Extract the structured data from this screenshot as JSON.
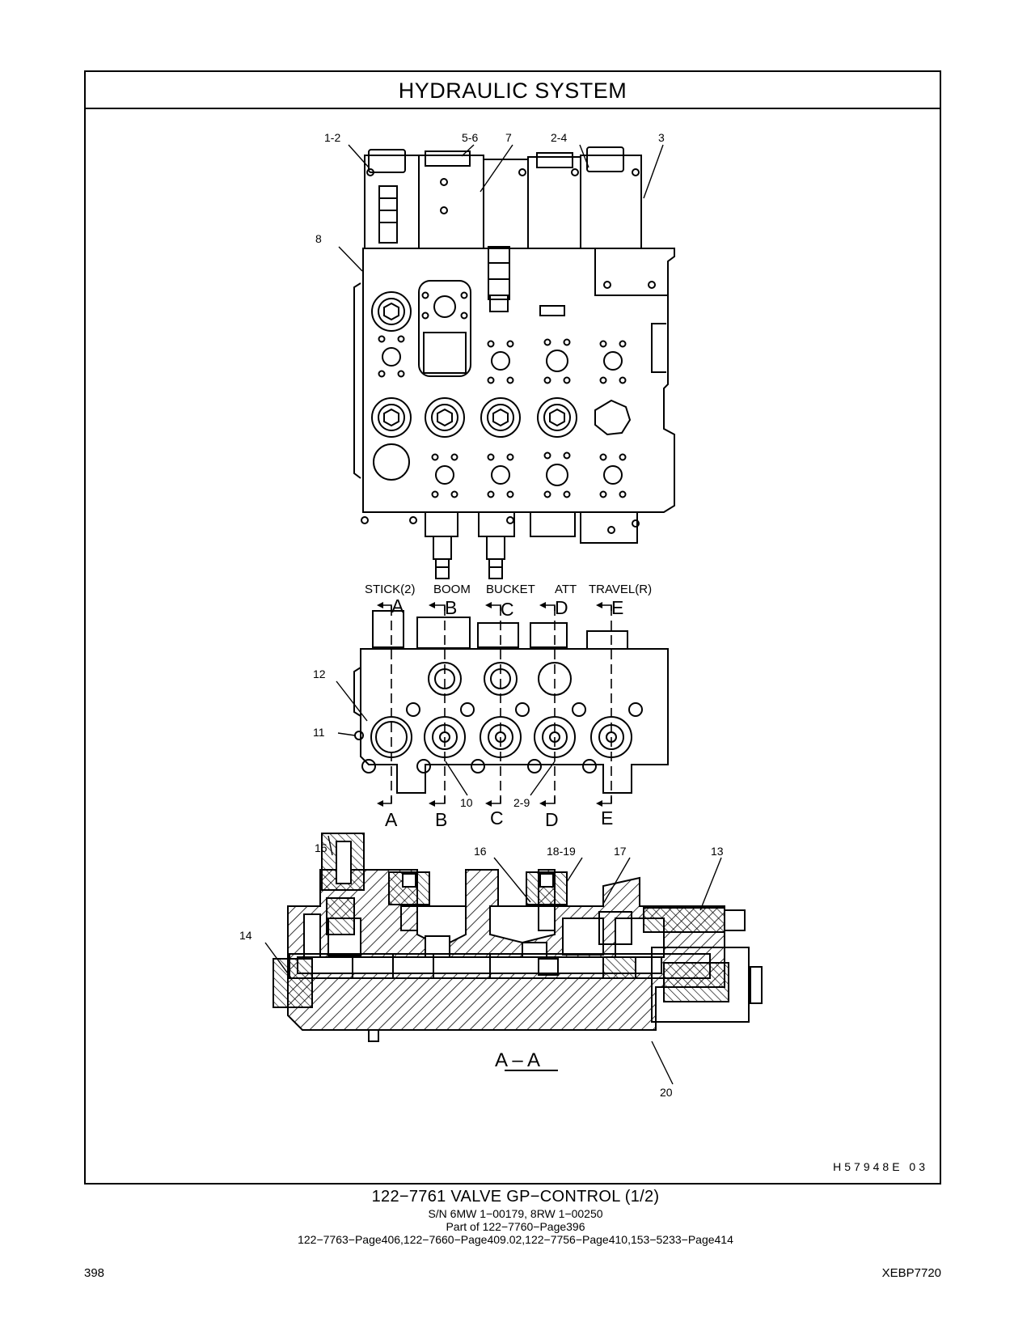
{
  "header": {
    "title": "HYDRAULIC  SYSTEM"
  },
  "callouts": {
    "c1_2": "1-2",
    "c5_6": "5-6",
    "c7": "7",
    "c2_4": "2-4",
    "c3": "3",
    "c8": "8",
    "c12": "12",
    "c11": "11",
    "c10": "10",
    "c2_9": "2-9",
    "c15": "15",
    "c16": "16",
    "c18_19": "18-19",
    "c17": "17",
    "c13": "13",
    "c14": "14",
    "c20": "20"
  },
  "spool_labels": {
    "stick": "STICK(2)",
    "boom": "BOOM",
    "bucket": "BUCKET",
    "att": "ATT",
    "travel": "TRAVEL(R)"
  },
  "sections": {
    "a": "A",
    "b": "B",
    "c": "C",
    "d": "D",
    "e": "E"
  },
  "section_view_label": "A – A",
  "figure_code": "H57948E  03",
  "caption": {
    "main": "122−7761  VALVE  GP−CONTROL (1/2)",
    "serial": "S/N 6MW 1−00179, 8RW 1−00250",
    "part_of": "Part of 122−7760−Page396",
    "references": "122−7763−Page406,122−7660−Page409.02,122−7756−Page410,153−5233−Page414"
  },
  "footer": {
    "page_number": "398",
    "doc_id": "XEBP7720"
  }
}
